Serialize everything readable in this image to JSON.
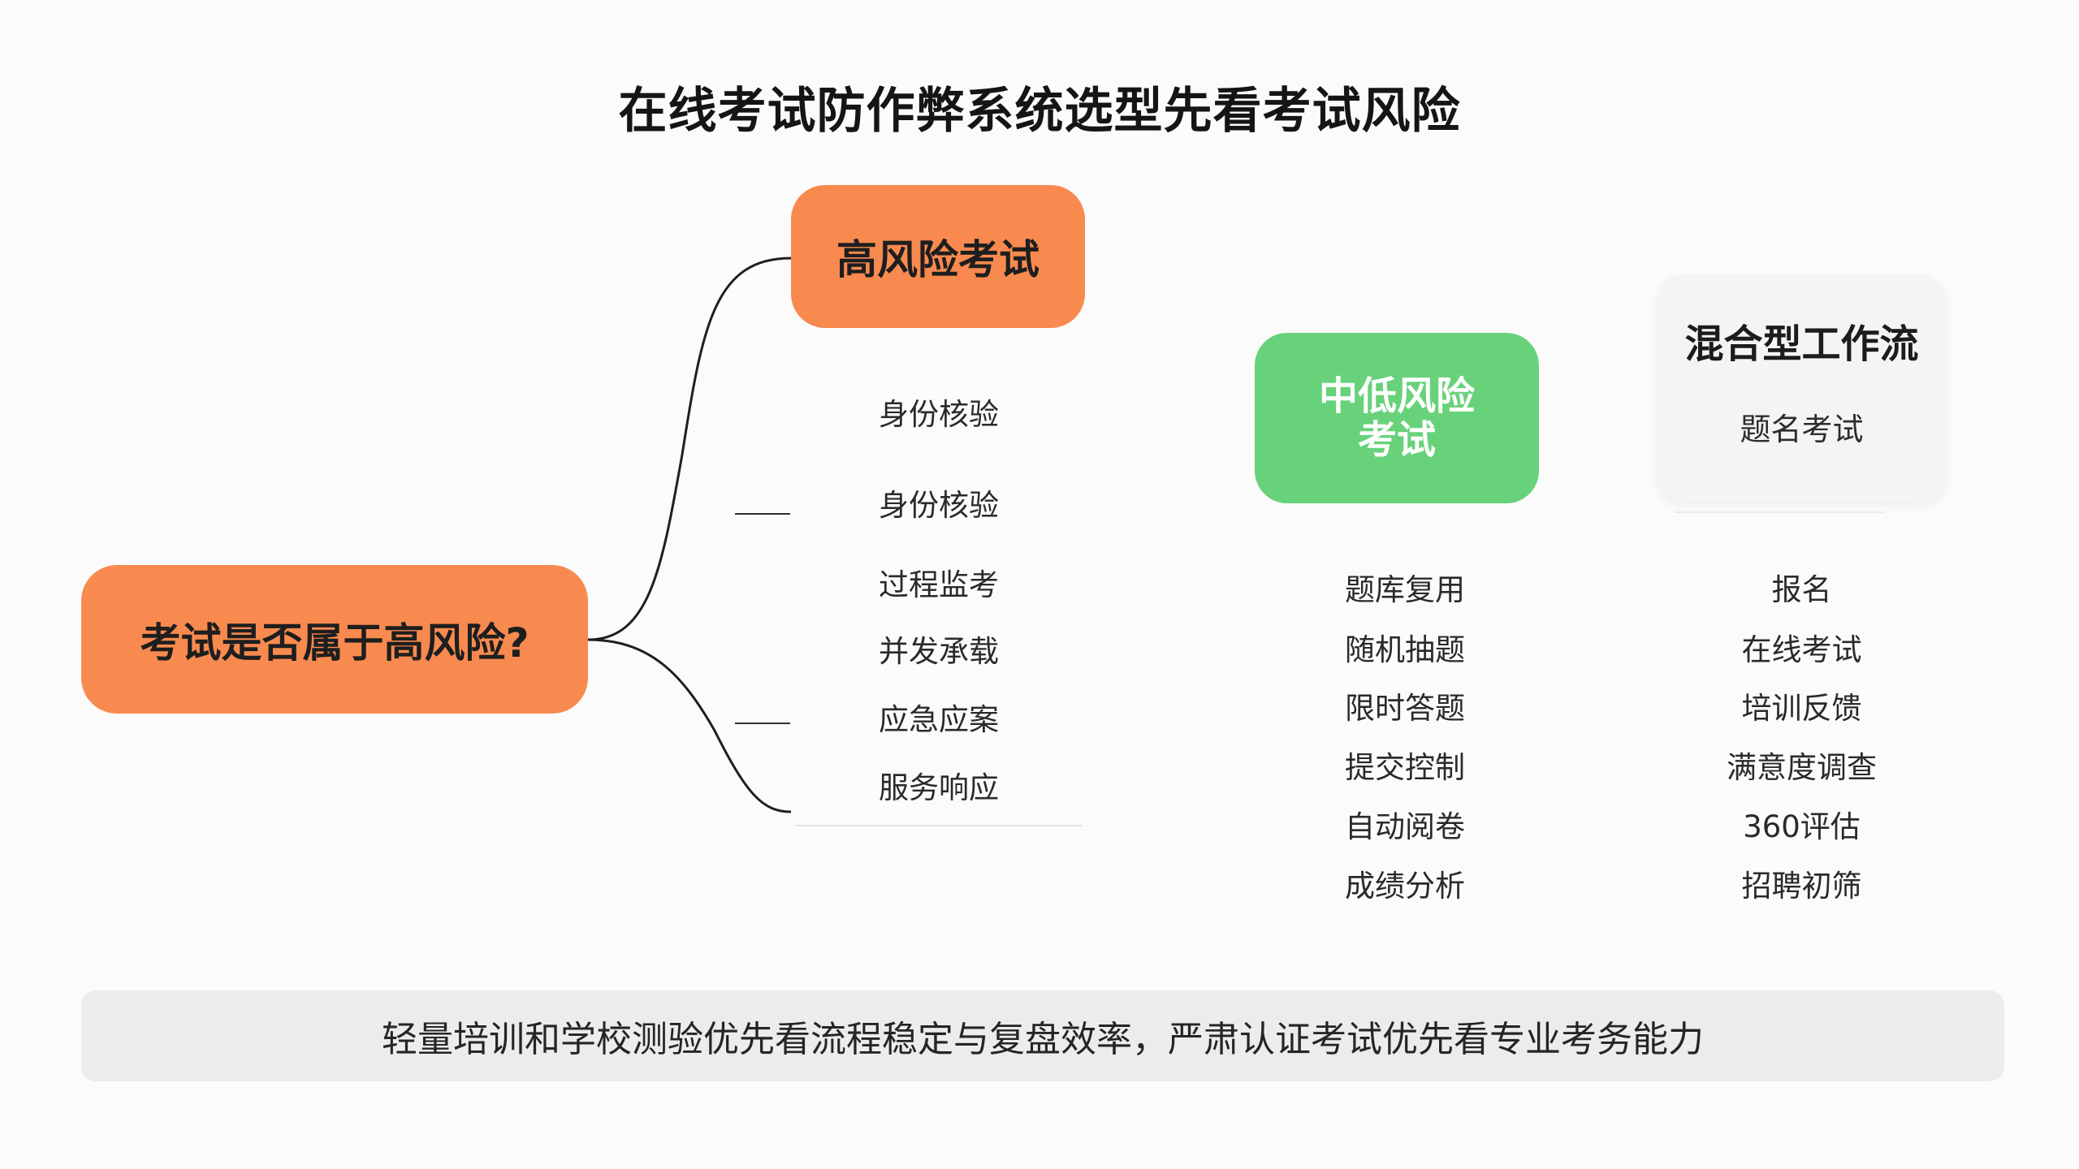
{
  "title": "在线考试防作弊系统选型先看考试风险",
  "root": {
    "label": "考试是否属于高风险?"
  },
  "high_risk": {
    "label": "高风险考试",
    "items": [
      "身份核验",
      "身份核验",
      "过程监考",
      "并发承载",
      "应急应案",
      "服务响应"
    ]
  },
  "mid_low_risk": {
    "label": "中低风险\n考试",
    "items": [
      "题库复用",
      "随机抽题",
      "限时答题",
      "提交控制",
      "自动阅卷",
      "成绩分析"
    ]
  },
  "hybrid": {
    "title": "混合型工作流",
    "subtitle": "题名考试",
    "items": [
      "报名",
      "在线考试",
      "培训反馈",
      "满意度调查",
      "360评估",
      "招聘初筛"
    ]
  },
  "footer": {
    "text": "轻量培训和学校测验优先看流程稳定与复盘效率，严肃认证考试优先看专业考务能力"
  },
  "colors": {
    "orange": "#f88a4f",
    "green": "#68d27a",
    "gray_card": "#f4f4f4",
    "footer_bg": "#ececec"
  }
}
